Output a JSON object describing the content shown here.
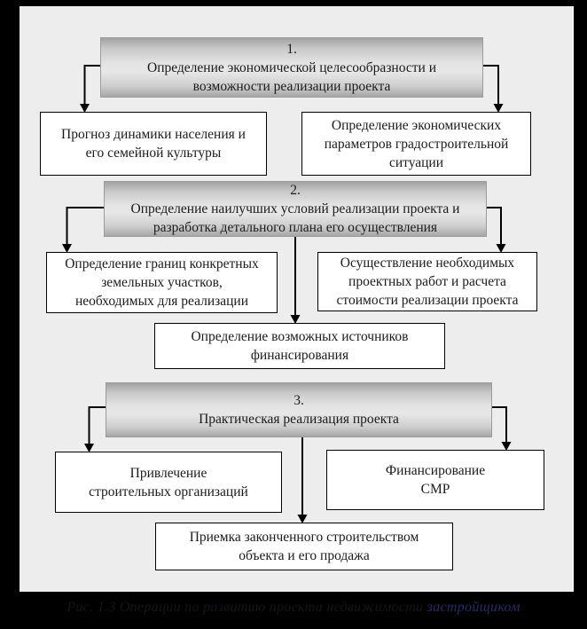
{
  "colors": {
    "frame": "#000000",
    "panel_bg": "#ededed",
    "stage_box_gradient_dark": "#a2a2a2",
    "stage_box_gradient_light": "#e7e7e7",
    "task_box_bg": "#ffffff",
    "task_box_border": "#000000",
    "caption_text": "#15151d",
    "caption_accent": "#2b2b66"
  },
  "flowchart": {
    "stages": [
      {
        "number": "1.",
        "title": "Определение экономической целесообразности и\nвозможности реализации проекта",
        "branches": {
          "left": "Прогноз динамики населения и\nего семейной культуры",
          "right": "Определение экономических\nпараметров градостроительной\nситуации"
        }
      },
      {
        "number": "2.",
        "title": "Определение наилучших условий реализации проекта и\nразработка детального плана его осуществления",
        "branches": {
          "left": "Определение границ конкретных\nземельных участков,\nнеобходимых для реализации",
          "right": "Осуществление необходимых\nпроектных работ и расчета\nстоимости реализации проекта",
          "bottom": "Определение возможных источников\nфинансирования"
        }
      },
      {
        "number": "3.",
        "title": "Практическая реализация проекта",
        "branches": {
          "left": "Привлечение\nстроительных организаций",
          "right": "Финансирование\nСМР",
          "bottom": "Приемка законченного строительством\nобъекта и его продажа"
        }
      }
    ]
  },
  "caption": {
    "main": "Рис. 1.3 Операции по развитию проекта недвижимости ",
    "accent": "застройщиком"
  }
}
